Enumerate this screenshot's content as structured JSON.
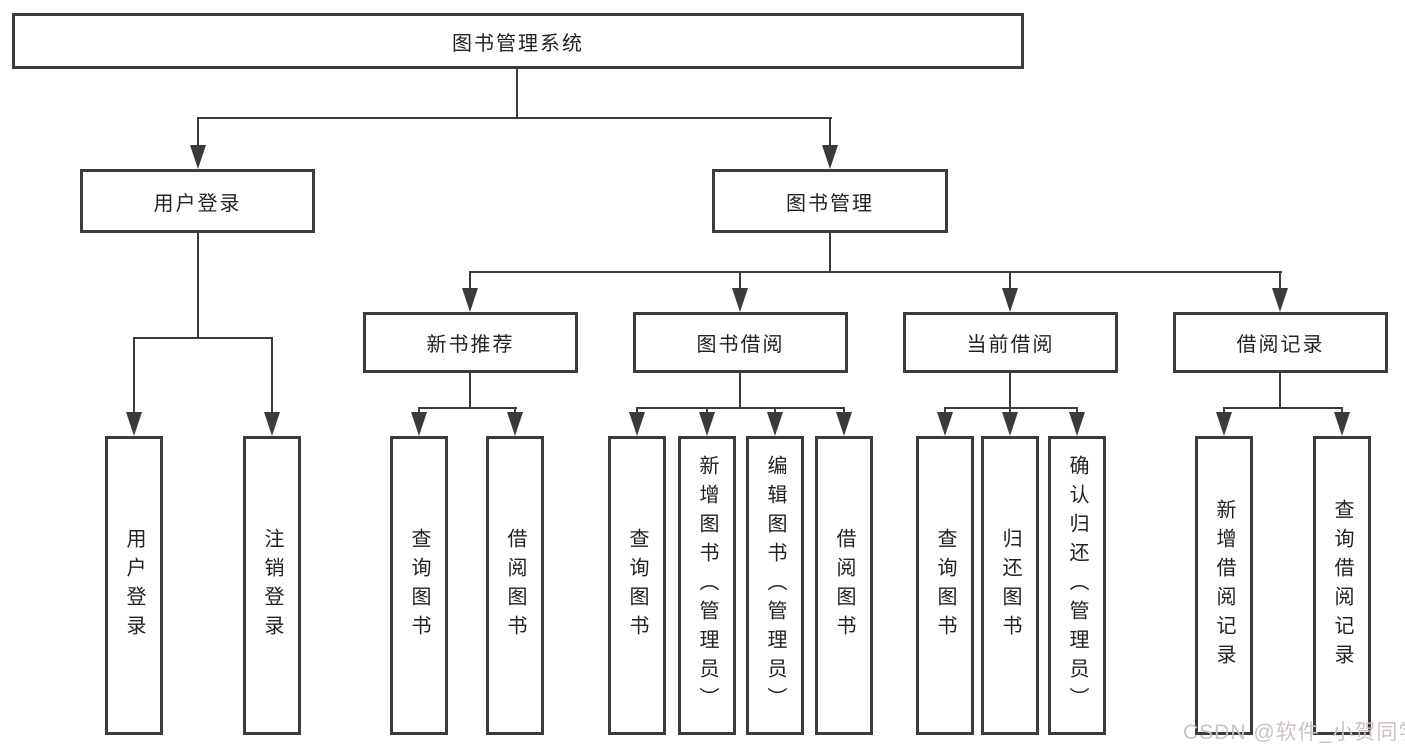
{
  "diagram": {
    "root": "图书管理系统",
    "children": [
      {
        "label": "用户登录",
        "children": [
          "用户登录",
          "注销登录"
        ]
      },
      {
        "label": "图书管理",
        "children": [
          {
            "label": "新书推荐",
            "children": [
              "查询图书",
              "借阅图书"
            ]
          },
          {
            "label": "图书借阅",
            "children": [
              "查询图书",
              "新增图书（管理员）",
              "编辑图书（管理员）",
              "借阅图书"
            ]
          },
          {
            "label": "当前借阅",
            "children": [
              "查询图书",
              "归还图书",
              "确认归还（管理员）"
            ]
          },
          {
            "label": "借阅记录",
            "children": [
              "新增借阅记录",
              "查询借阅记录"
            ]
          }
        ]
      }
    ]
  },
  "watermark": "CSDN @软件_小贺同学",
  "colors": {
    "line": "#3b3b3b",
    "box_border": "#3b3b3b",
    "text": "#222222",
    "background": "#ffffff",
    "watermark": "#cbc3c3"
  }
}
